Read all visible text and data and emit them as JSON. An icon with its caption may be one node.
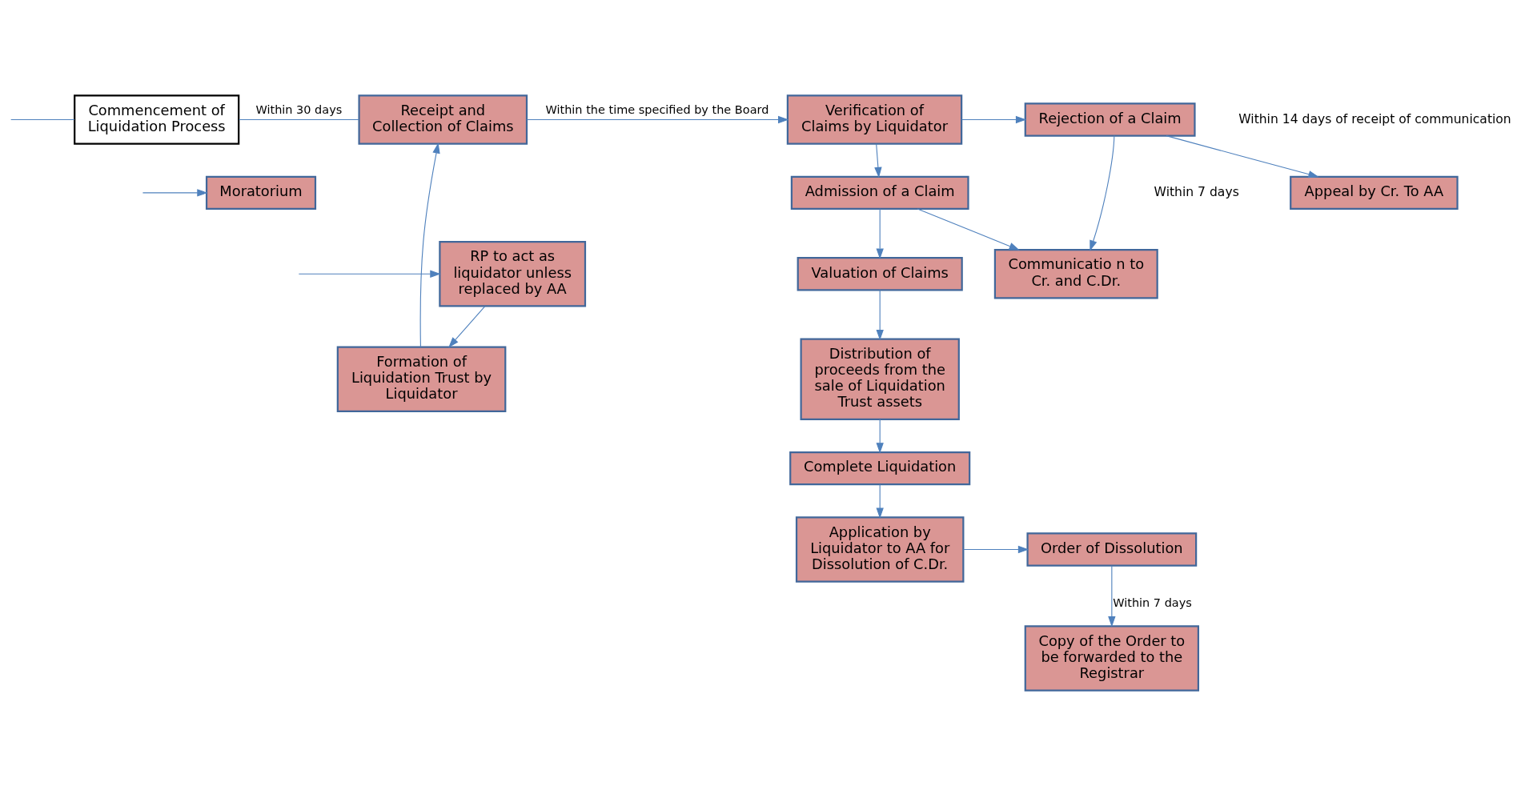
{
  "diagram": {
    "nodes": [
      {
        "text": [
          "Commencement of Liquidation Process"
        ]
      },
      {
        "text": [
          "Receipt and Collection of Claims"
        ]
      },
      {
        "text": [
          "Verification of Claims by Liquidator"
        ]
      },
      {
        "text": [
          "Rejection of a Claim"
        ]
      },
      {
        "text": [
          "Appeal by Cr. To AA"
        ]
      },
      {
        "text": [
          "Communicatio n to Cr. and C.Dr."
        ]
      },
      {
        "text": [
          "Moratorium"
        ]
      },
      {
        "text": [
          "RP to act as liquidator unless replaced by AA"
        ]
      },
      {
        "text": [
          "Formation of Liquidation Trust by Liquidator"
        ]
      },
      {
        "text": [
          "Admission of a Claim"
        ]
      },
      {
        "text": [
          "Valuation of Claims"
        ]
      },
      {
        "text": [
          "Distribution of proceeds from the sale of Liquidation Trust assets"
        ]
      },
      {
        "text": [
          "Complete Liquidation"
        ]
      },
      {
        "text": [
          "Application by Liquidator to AA for Dissolution of C.Dr."
        ]
      },
      {
        "text": [
          "Order of Dissolution"
        ]
      },
      {
        "text": [
          "Copy of the Order to be forwarded to the Registrar"
        ]
      }
    ],
    "edges": [
      {
        "from": null,
        "to": 0,
        "arrow": "none"
      },
      {
        "from": null,
        "to": 6,
        "arrow": "to"
      },
      {
        "from": null,
        "to": 7,
        "arrow": "to"
      },
      {
        "from": 0,
        "to": 1,
        "arrow": "none",
        "label": "Within 30 days"
      },
      {
        "from": 1,
        "to": 2,
        "arrow": "to",
        "label": "Within the time specified by the Board"
      },
      {
        "from": 2,
        "to": 3,
        "arrow": "to"
      },
      {
        "from": 3,
        "to": 4,
        "arrow": "to"
      },
      {
        "from": 3,
        "to": 5,
        "arrow": "to"
      },
      {
        "from": 2,
        "to": 9,
        "arrow": "to"
      },
      {
        "from": 9,
        "to": 5,
        "arrow": "to"
      },
      {
        "from": 9,
        "to": 10,
        "arrow": "to"
      },
      {
        "from": 10,
        "to": 11,
        "arrow": "to"
      },
      {
        "from": 11,
        "to": 12,
        "arrow": "to"
      },
      {
        "from": 12,
        "to": 13,
        "arrow": "to"
      },
      {
        "from": 13,
        "to": 14,
        "arrow": "to"
      },
      {
        "from": 14,
        "to": 15,
        "arrow": "to",
        "label": "Within 7 days"
      },
      {
        "from": 7,
        "to": 8,
        "arrow": "to"
      },
      {
        "from": 8,
        "to": 1,
        "arrow": "to"
      }
    ],
    "labels": [
      "Within 14 days of receipt of communication",
      "Within 7 days"
    ]
  }
}
